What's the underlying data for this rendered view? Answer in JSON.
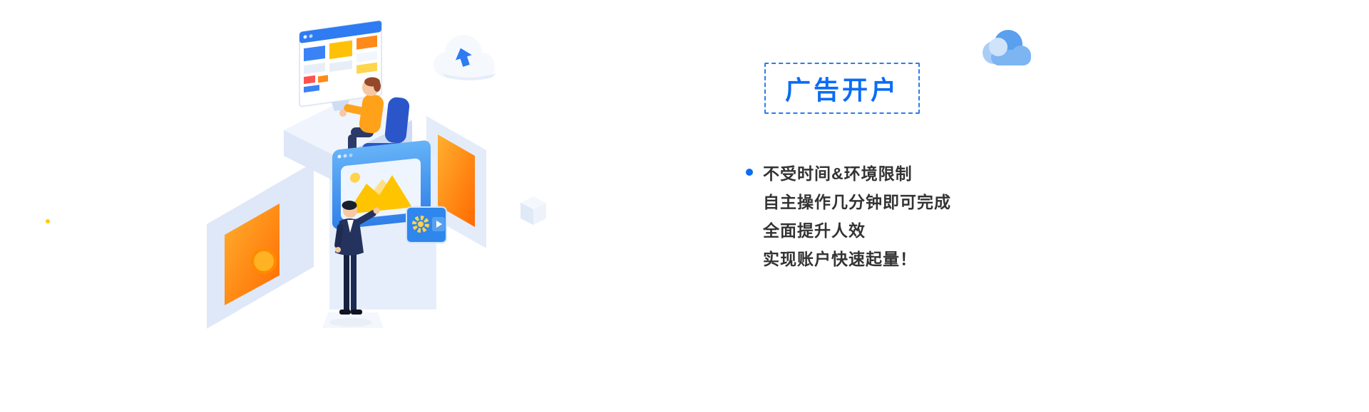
{
  "banner": {
    "title": "广告开户",
    "features": [
      "不受时间&环境限制",
      "自主操作几分钟即可完成",
      "全面提升人效",
      "实现账户快速起量！"
    ]
  },
  "colors": {
    "accent_blue": "#0b6cf5",
    "dashed_border_blue": "#2b7cf0",
    "text_dark": "#333333",
    "illustration_orange": "#ff7a00",
    "illustration_light_blue": "#dfe8f8",
    "decor_dot_yellow": "#ffcc00"
  },
  "icons": {
    "bullet": "bullet-dot-icon",
    "top_right": "cloud-icon",
    "illustration": [
      "cloud-upload-icon",
      "dashboard-screen",
      "image-screen",
      "gear-screen",
      "cube"
    ]
  }
}
